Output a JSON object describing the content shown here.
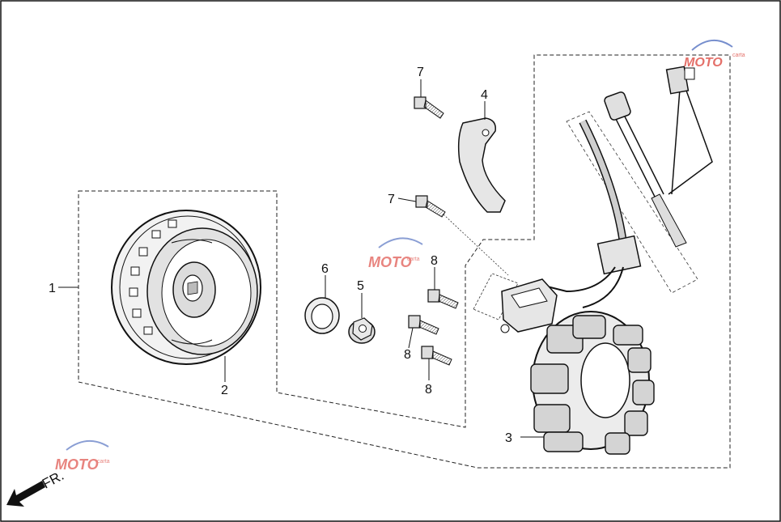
{
  "diagram": {
    "callouts": {
      "c1": "1",
      "c2": "2",
      "c3": "3",
      "c4": "4",
      "c5": "5",
      "c6": "6",
      "c7a": "7",
      "c7b": "7",
      "c8a": "8",
      "c8b": "8",
      "c8c": "8"
    },
    "direction_label": "FR.",
    "watermark": {
      "brand": "MOTO",
      "suffix": "carta"
    },
    "colors": {
      "line": "#111111",
      "part_fill": "#d9d9d9",
      "watermark_red": "#d9342b",
      "watermark_blue": "#3d5fb8"
    }
  }
}
